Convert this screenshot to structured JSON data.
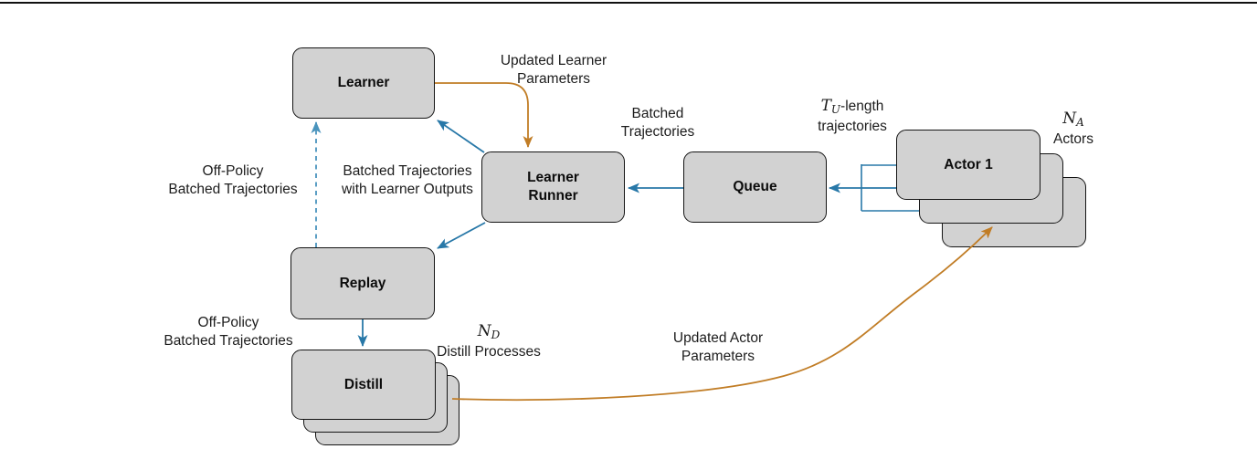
{
  "colors": {
    "blue": "#2878a8",
    "blue_dashed": "#4a94bd",
    "orange": "#c17d26",
    "box_fill": "#d2d2d2",
    "box_border": "#141414"
  },
  "nodes": {
    "learner": {
      "label": "Learner"
    },
    "learner_runner": {
      "line1": "Learner",
      "line2": "Runner"
    },
    "queue": {
      "label": "Queue"
    },
    "actor": {
      "label": "Actor 1"
    },
    "replay": {
      "label": "Replay"
    },
    "distill": {
      "label": "Distill"
    }
  },
  "labels": {
    "updated_learner": {
      "line1": "Updated Learner",
      "line2": "Parameters"
    },
    "batched_trajectories": {
      "line1": "Batched",
      "line2": "Trajectories"
    },
    "tu_length": {
      "sym": "T",
      "sub": "U",
      "suffix": "-length",
      "line2": "trajectories"
    },
    "na": {
      "sym": "N",
      "sub": "A",
      "line2": "Actors"
    },
    "off_policy_top": {
      "line1": "Off-Policy",
      "line2": "Batched Trajectories"
    },
    "batched_with_outputs": {
      "line1": "Batched Trajectories",
      "line2": "with Learner Outputs"
    },
    "off_policy_bottom": {
      "line1": "Off-Policy",
      "line2": "Batched Trajectories"
    },
    "nd": {
      "sym": "N",
      "sub": "D",
      "line2": "Distill Processes"
    },
    "updated_actor": {
      "line1": "Updated Actor",
      "line2": "Parameters"
    }
  }
}
